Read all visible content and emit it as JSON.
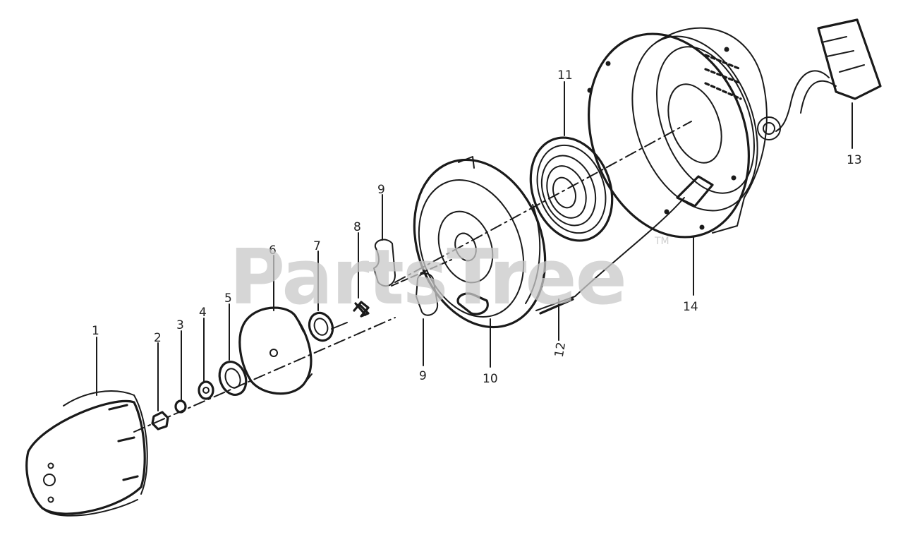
{
  "watermark": {
    "text": "PartsTree",
    "trademark": "TM"
  },
  "callouts": [
    {
      "id": "c1",
      "label": "1"
    },
    {
      "id": "c2",
      "label": "2"
    },
    {
      "id": "c3",
      "label": "3"
    },
    {
      "id": "c4",
      "label": "4"
    },
    {
      "id": "c5",
      "label": "5"
    },
    {
      "id": "c6",
      "label": "6"
    },
    {
      "id": "c7",
      "label": "7"
    },
    {
      "id": "c8",
      "label": "8"
    },
    {
      "id": "c9a",
      "label": "9"
    },
    {
      "id": "c9b",
      "label": "9"
    },
    {
      "id": "c10",
      "label": "10"
    },
    {
      "id": "c11",
      "label": "11"
    },
    {
      "id": "c12",
      "label": "12"
    },
    {
      "id": "c13",
      "label": "13"
    },
    {
      "id": "c14",
      "label": "14"
    }
  ]
}
